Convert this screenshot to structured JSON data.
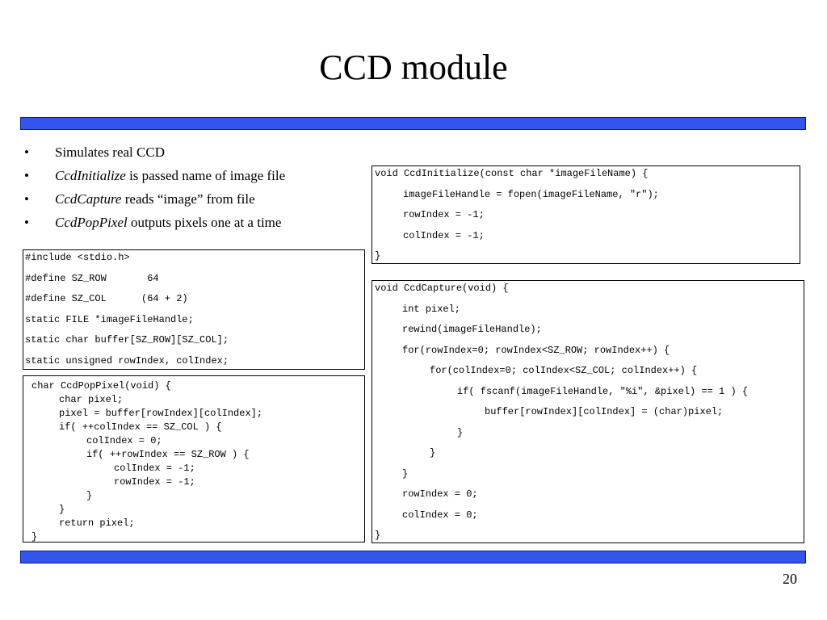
{
  "slide": {
    "title": "CCD module",
    "page_number": "20",
    "accent_color": "#3355ee"
  },
  "bullets": [
    {
      "italic": "",
      "text": "Simulates real CCD"
    },
    {
      "italic": "CcdInitialize",
      "text": " is passed name of image file"
    },
    {
      "italic": "CcdCapture",
      "text": " reads “image” from file"
    },
    {
      "italic": "CcdPopPixel",
      "text": " outputs pixels one at a time"
    }
  ],
  "code": {
    "defines": [
      {
        "indent": 0,
        "text": "#include <stdio.h>"
      },
      {
        "indent": 0,
        "text": "#define SZ_ROW       64"
      },
      {
        "indent": 0,
        "text": "#define SZ_COL      (64 + 2)"
      },
      {
        "indent": 0,
        "text": "static FILE *imageFileHandle;"
      },
      {
        "indent": 0,
        "text": "static char buffer[SZ_ROW][SZ_COL];"
      },
      {
        "indent": 0,
        "text": "static unsigned rowIndex, colIndex;"
      }
    ],
    "pop_pixel": [
      {
        "indent": 0,
        "text": "char CcdPopPixel(void) {"
      },
      {
        "indent": 1,
        "text": "char pixel;"
      },
      {
        "indent": 1,
        "text": "pixel = buffer[rowIndex][colIndex];"
      },
      {
        "indent": 1,
        "text": "if( ++colIndex == SZ_COL ) {"
      },
      {
        "indent": 2,
        "text": "colIndex = 0;"
      },
      {
        "indent": 2,
        "text": "if( ++rowIndex == SZ_ROW ) {"
      },
      {
        "indent": 3,
        "text": "colIndex = -1;"
      },
      {
        "indent": 3,
        "text": "rowIndex = -1;"
      },
      {
        "indent": 2,
        "text": "}"
      },
      {
        "indent": 1,
        "text": "}"
      },
      {
        "indent": 1,
        "text": "return pixel;"
      },
      {
        "indent": 0,
        "text": "}"
      }
    ],
    "initialize": [
      {
        "indent": 0,
        "text": "void CcdInitialize(const char *imageFileName) {"
      },
      {
        "indent": 1,
        "text": "imageFileHandle = fopen(imageFileName, \"r\");"
      },
      {
        "indent": 1,
        "text": "rowIndex = -1;"
      },
      {
        "indent": 1,
        "text": "colIndex = -1;"
      },
      {
        "indent": 0,
        "text": "}"
      }
    ],
    "capture": [
      {
        "indent": 0,
        "text": "void CcdCapture(void) {"
      },
      {
        "indent": 1,
        "text": "int pixel;"
      },
      {
        "indent": 1,
        "text": "rewind(imageFileHandle);"
      },
      {
        "indent": 1,
        "text": "for(rowIndex=0; rowIndex<SZ_ROW; rowIndex++) {"
      },
      {
        "indent": 2,
        "text": "for(colIndex=0; colIndex<SZ_COL; colIndex++) {"
      },
      {
        "indent": 3,
        "text": "if( fscanf(imageFileHandle, \"%i\", &pixel) == 1 ) {"
      },
      {
        "indent": 4,
        "text": "buffer[rowIndex][colIndex] = (char)pixel;"
      },
      {
        "indent": 3,
        "text": "}"
      },
      {
        "indent": 2,
        "text": "}"
      },
      {
        "indent": 1,
        "text": "}"
      },
      {
        "indent": 1,
        "text": "rowIndex = 0;"
      },
      {
        "indent": 1,
        "text": "colIndex = 0;"
      },
      {
        "indent": 0,
        "text": "}"
      }
    ]
  }
}
